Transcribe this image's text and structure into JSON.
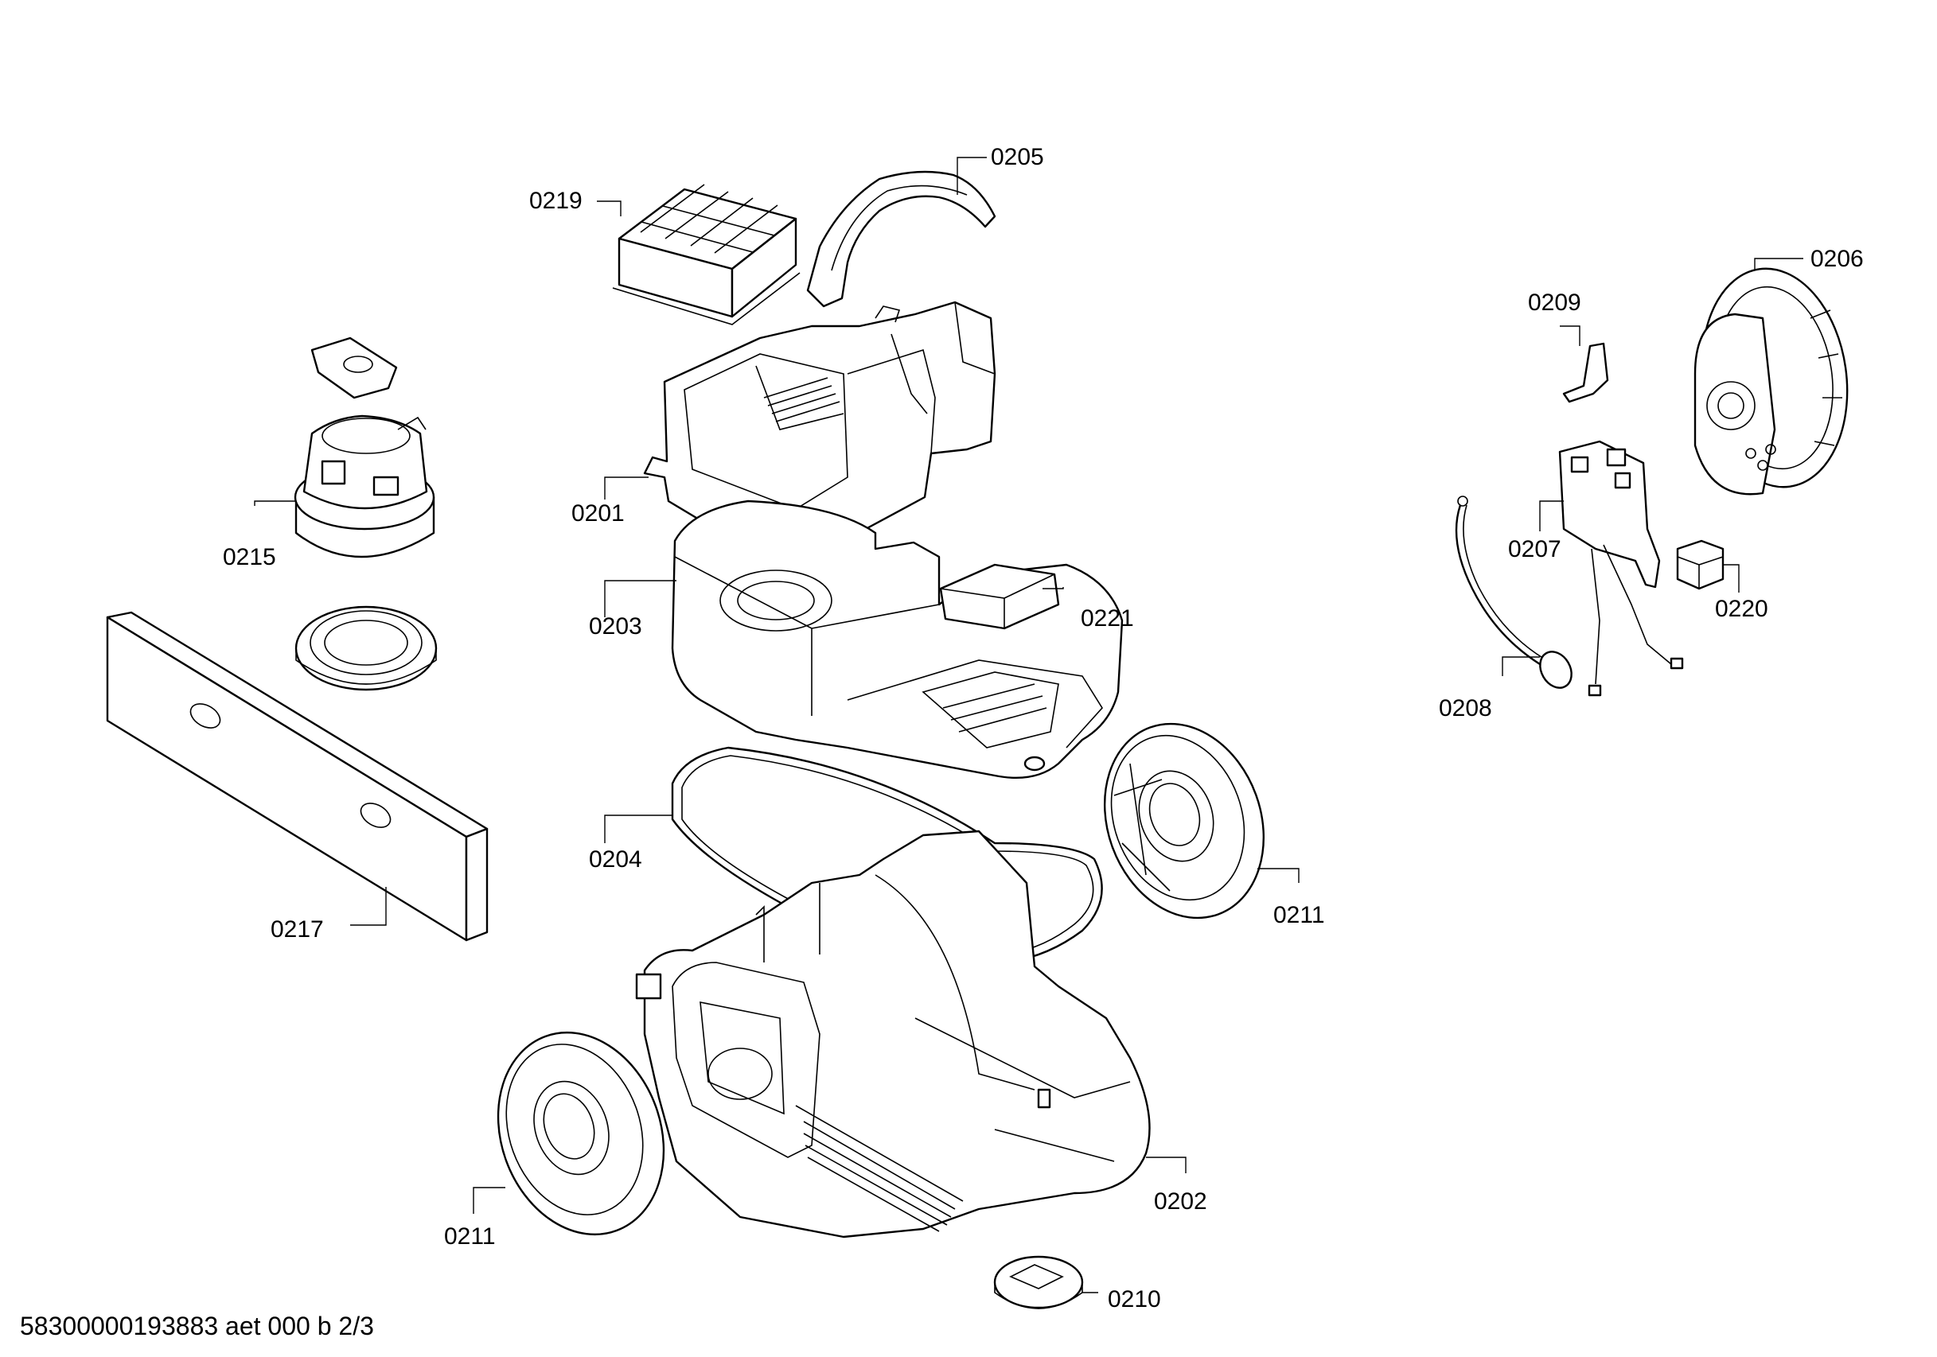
{
  "diagram": {
    "labels": {
      "p0201": "0201",
      "p0202": "0202",
      "p0203": "0203",
      "p0204": "0204",
      "p0205": "0205",
      "p0206": "0206",
      "p0207": "0207",
      "p0208": "0208",
      "p0209": "0209",
      "p0210": "0210",
      "p0211a": "0211",
      "p0211b": "0211",
      "p0215": "0215",
      "p0217": "0217",
      "p0219": "0219",
      "p0220": "0220",
      "p0221": "0221"
    },
    "footer": "58300000193883 aet 000 b 2/3"
  }
}
